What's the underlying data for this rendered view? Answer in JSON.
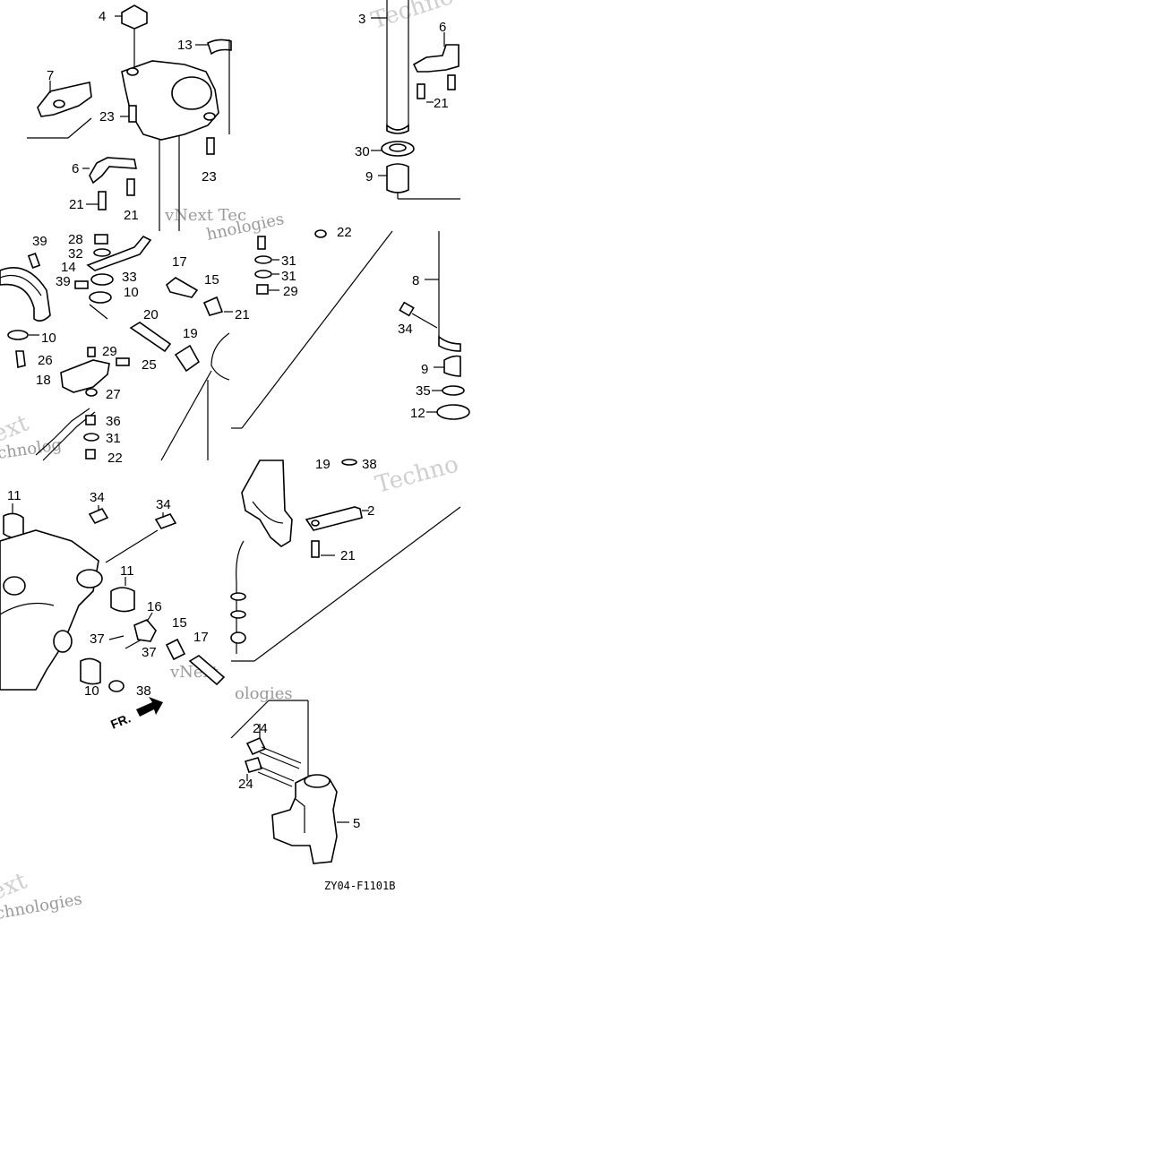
{
  "diagram": {
    "code": "ZY04-F1101B",
    "direction_label": "FR.",
    "callouts": [
      {
        "text": "4"
      },
      {
        "text": "13"
      },
      {
        "text": "7"
      },
      {
        "text": "23"
      },
      {
        "text": "23"
      },
      {
        "text": "6"
      },
      {
        "text": "21"
      },
      {
        "text": "21"
      },
      {
        "text": "3"
      },
      {
        "text": "6"
      },
      {
        "text": "21"
      },
      {
        "text": "30"
      },
      {
        "text": "9"
      },
      {
        "text": "39"
      },
      {
        "text": "28"
      },
      {
        "text": "32"
      },
      {
        "text": "14"
      },
      {
        "text": "33"
      },
      {
        "text": "39"
      },
      {
        "text": "10"
      },
      {
        "text": "10"
      },
      {
        "text": "26"
      },
      {
        "text": "29"
      },
      {
        "text": "25"
      },
      {
        "text": "18"
      },
      {
        "text": "27"
      },
      {
        "text": "36"
      },
      {
        "text": "31"
      },
      {
        "text": "22"
      },
      {
        "text": "17"
      },
      {
        "text": "15"
      },
      {
        "text": "21"
      },
      {
        "text": "20"
      },
      {
        "text": "19"
      },
      {
        "text": "22"
      },
      {
        "text": "31"
      },
      {
        "text": "31"
      },
      {
        "text": "29"
      },
      {
        "text": "8"
      },
      {
        "text": "34"
      },
      {
        "text": "9"
      },
      {
        "text": "35"
      },
      {
        "text": "12"
      },
      {
        "text": "11"
      },
      {
        "text": "34"
      },
      {
        "text": "34"
      },
      {
        "text": "11"
      },
      {
        "text": "16"
      },
      {
        "text": "37"
      },
      {
        "text": "37"
      },
      {
        "text": "15"
      },
      {
        "text": "17"
      },
      {
        "text": "10"
      },
      {
        "text": "38"
      },
      {
        "text": "19"
      },
      {
        "text": "38"
      },
      {
        "text": "2"
      },
      {
        "text": "21"
      },
      {
        "text": "24"
      },
      {
        "text": "24"
      },
      {
        "text": "5"
      }
    ],
    "watermarks": [
      {
        "text": "Techno"
      },
      {
        "text": "vNext Tec"
      },
      {
        "text": "hnologies"
      },
      {
        "text": "ext"
      },
      {
        "text": "chnolog"
      },
      {
        "text": "Techno"
      },
      {
        "text": "vNext"
      },
      {
        "text": "ologies"
      },
      {
        "text": "ext"
      },
      {
        "text": "chnologies"
      }
    ]
  }
}
